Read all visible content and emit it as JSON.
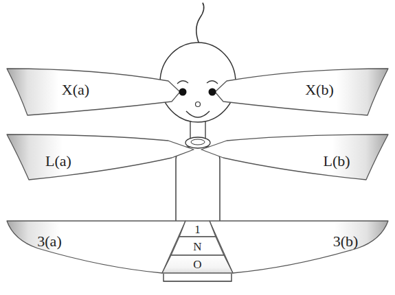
{
  "diagram": {
    "nodes": [
      {
        "text": [
          "X(a)"
        ]
      },
      {
        "text": [
          "X(b)"
        ]
      },
      {
        "text": [
          "L(a)"
        ]
      },
      {
        "text": [
          "L(b)"
        ]
      },
      {
        "text": [
          "3(a)"
        ]
      },
      {
        "text": [
          "3(b)"
        ]
      },
      {
        "text": [
          "1"
        ]
      },
      {
        "text": [
          "N"
        ]
      },
      {
        "text": [
          "O"
        ]
      }
    ]
  }
}
